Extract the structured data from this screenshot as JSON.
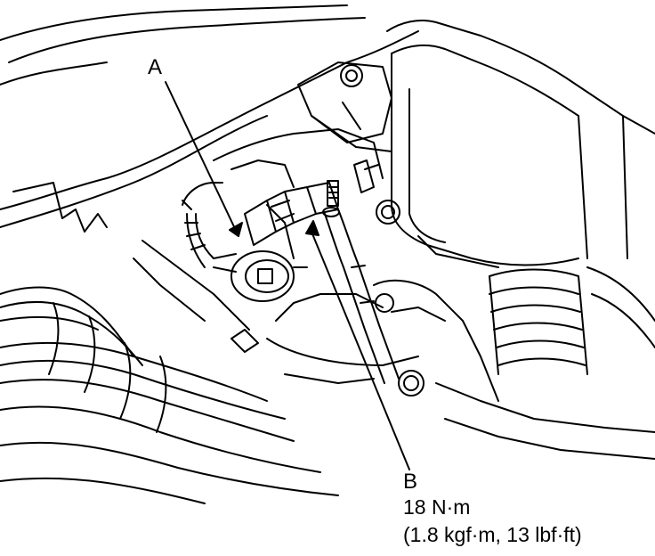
{
  "callouts": {
    "a_label": "A",
    "b_label": "B"
  },
  "torque": {
    "metric": "18 N·m",
    "alternate": "(1.8 kgf·m, 13 lbf·ft)"
  },
  "colors": {
    "line": "#000000",
    "background": "#ffffff"
  }
}
